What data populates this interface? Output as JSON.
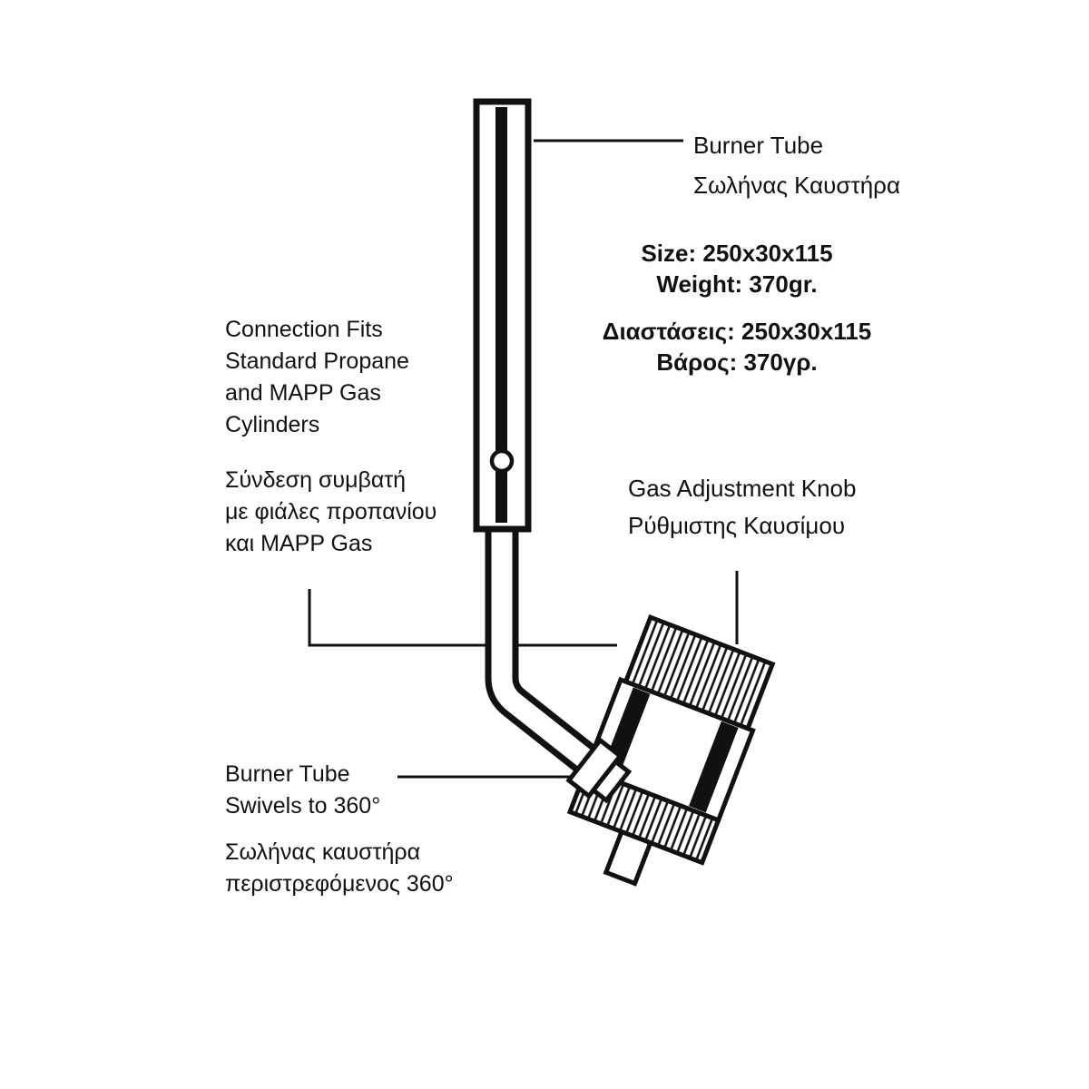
{
  "page": {
    "background": "#ffffff",
    "ink": "#111111"
  },
  "labels": {
    "burner_tube": {
      "en": "Burner Tube",
      "gr": "Σωλήνας Καυστήρα"
    },
    "specs": {
      "size_en": "Size: 250x30x115",
      "weight_en": "Weight: 370gr.",
      "size_gr": "Διαστάσεις: 250x30x115",
      "weight_gr": "Βάρος: 370γρ."
    },
    "connection": {
      "en": [
        "Connection Fits",
        "Standard Propane",
        "and MAPP Gas",
        "Cylinders"
      ],
      "gr": [
        "Σύνδεση συμβατή",
        "με φιάλες προπανίου",
        "και MAPP Gas"
      ]
    },
    "knob": {
      "en": "Gas Adjustment Knob",
      "gr": "Ρύθμιστης Καυσίμου"
    },
    "swivel": {
      "en": [
        "Burner Tube",
        "Swivels to 360°"
      ],
      "gr": [
        "Σωλήνας καυστήρα",
        "περιστρεφόμενος 360°"
      ]
    }
  },
  "diagram": {
    "parts": [
      "burner-tube",
      "orifice-hole",
      "bent-tube",
      "swivel-collar",
      "gas-adjustment-knob",
      "valve-body",
      "base-knurl-ring",
      "cylinder-connection-stub"
    ]
  }
}
